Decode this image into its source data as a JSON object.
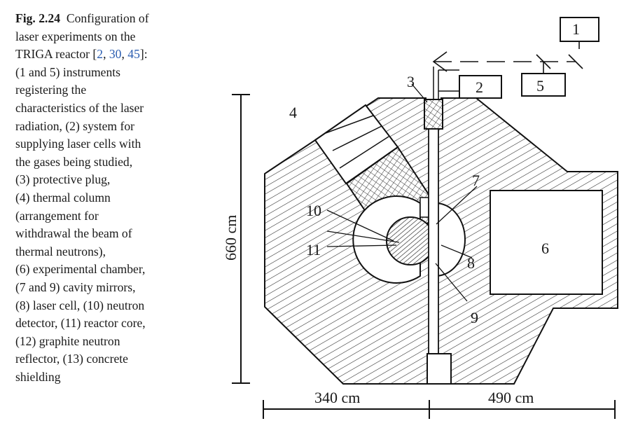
{
  "caption": {
    "label": "Fig. 2.24",
    "title_start": "Configuration of",
    "lines": [
      "laser experiments on the",
      "(1 and 5) instruments",
      "registering the",
      "characteristics of the laser",
      "radiation, (2) system for",
      "supplying laser cells with",
      "the gases being studied,",
      "(3) protective plug,",
      "(4) thermal column",
      "(arrangement for",
      "withdrawal the beam of",
      "thermal neutrons),",
      "(6) experimental chamber,",
      "(7 and 9) cavity mirrors,",
      "(8) laser cell, (10) neutron",
      "detector, (11) reactor core,",
      "(12) graphite neutron",
      "reflector, (13) concrete",
      "shielding"
    ],
    "line3": {
      "prefix": "TRIGA reactor [",
      "ref1": "2",
      "sep1": ", ",
      "ref2": "30",
      "sep2": ", ",
      "ref3": "45",
      "suffix": "]:"
    }
  },
  "diagram": {
    "labels": {
      "n1": "1",
      "n2": "2",
      "n3": "3",
      "n4": "4",
      "n5": "5",
      "n6": "6",
      "n7": "7",
      "n8": "8",
      "n9": "9",
      "n10": "10",
      "n11": "11"
    },
    "dimensions": {
      "height": "660 cm",
      "left_width": "340 cm",
      "right_width": "490 cm"
    }
  }
}
